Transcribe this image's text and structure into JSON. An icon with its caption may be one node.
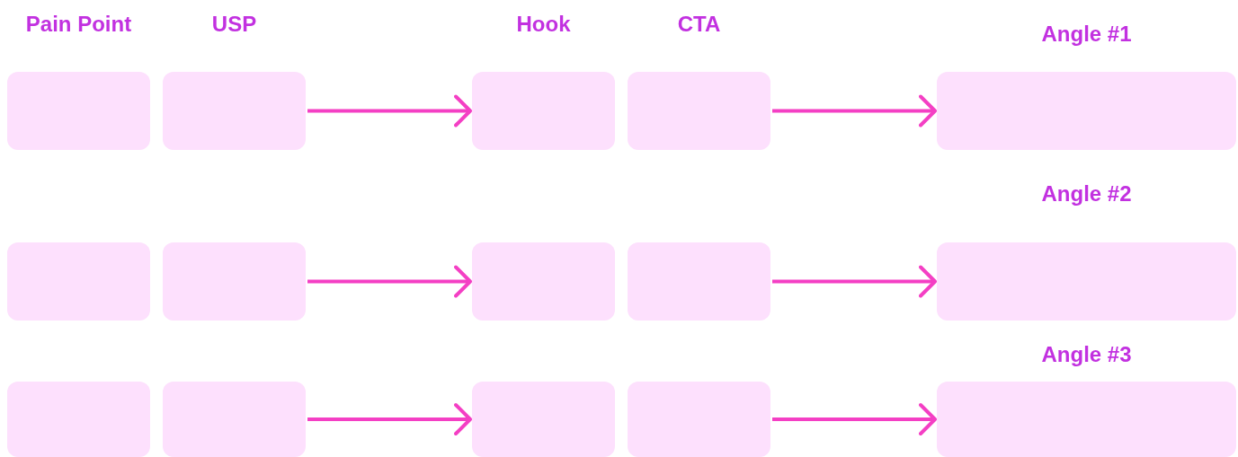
{
  "diagram": {
    "nodes": [
      {
        "text": [
          "Pain Point"
        ]
      },
      {
        "text": [
          "USP"
        ]
      },
      {
        "text": [
          "Hook"
        ]
      },
      {
        "text": [
          "CTA"
        ]
      },
      {
        "text": [
          "Angle #1"
        ]
      },
      {
        "text": [],
        "shape": "box"
      },
      {
        "text": [],
        "shape": "box"
      },
      {
        "text": [],
        "shape": "box"
      },
      {
        "text": [],
        "shape": "box"
      },
      {
        "text": [
          "Angle #2"
        ]
      },
      {
        "text": [],
        "shape": "box"
      },
      {
        "text": [],
        "shape": "box"
      },
      {
        "text": [],
        "shape": "box"
      },
      {
        "text": [],
        "shape": "box"
      },
      {
        "text": [
          "Angle #3"
        ]
      }
    ],
    "edges": [
      {
        "from": 1,
        "to": 2,
        "arrow": "to"
      },
      {
        "from": 3,
        "to": 4,
        "arrow": "to"
      },
      {
        "from": 6,
        "to": 7,
        "arrow": "to"
      },
      {
        "from": 8,
        "to": 9,
        "arrow": "to"
      },
      {
        "from": 11,
        "to": 12,
        "arrow": "to"
      },
      {
        "from": 13,
        "to": 14,
        "arrow": "to"
      }
    ]
  }
}
